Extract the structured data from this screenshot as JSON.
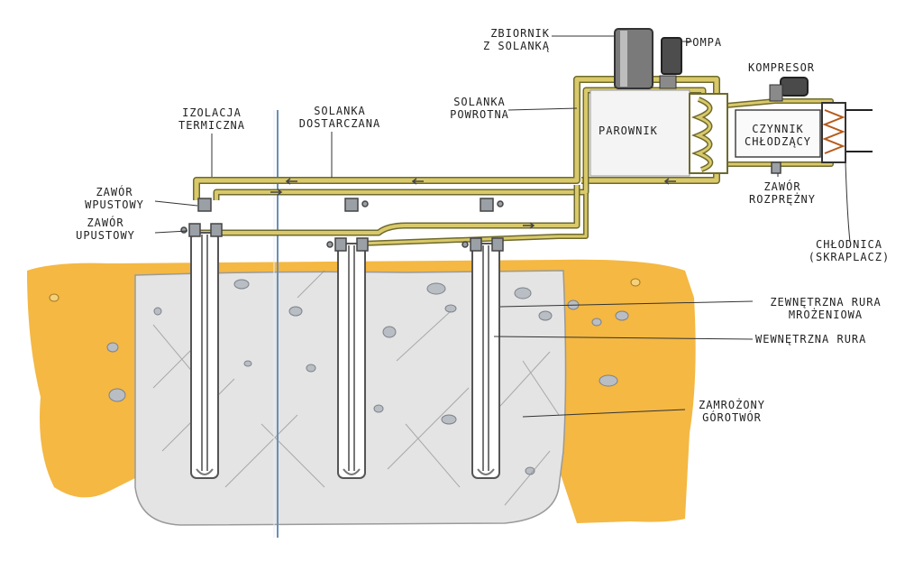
{
  "labels": {
    "zbiornik_1": "ZBIORNIK",
    "zbiornik_2": "Z SOLANKĄ",
    "pompa": "POMPA",
    "kompresor": "KOMPRESOR",
    "solanka_powrotna_1": "SOLANKA",
    "solanka_powrotna_2": "POWROTNA",
    "parownik": "PAROWNIK",
    "czynnik_1": "CZYNNIK",
    "czynnik_2": "CHŁODZĄCY",
    "izolacja_1": "IZOLACJA",
    "izolacja_2": "TERMICZNA",
    "solanka_dostarczana_1": "SOLANKA",
    "solanka_dostarczana_2": "DOSTARCZANA",
    "zawor_wpustowy_1": "ZAWÓR",
    "zawor_wpustowy_2": "WPUSTOWY",
    "zawor_upustowy_1": "ZAWÓR",
    "zawor_upustowy_2": "UPUSTOWY",
    "zawor_rozprezny_1": "ZAWÓR",
    "zawor_rozprezny_2": "ROZPRĘŻNY",
    "chlodnica_1": "CHŁODNICA",
    "chlodnica_2": "(SKRAPLACZ)",
    "zewnetrzna_rura_1": "ZEWNĘTRZNA RURA",
    "zewnetrzna_rura_2": "MROŻENIOWA",
    "wewnetrzna_rura": "WEWNĘTRZNA RURA",
    "zamrozony_1": "ZAMROŻONY",
    "zamrozony_2": "GÓROTWÓR"
  },
  "colors": {
    "soil": "#f3b233",
    "frozen_ground": "#e3e3e3",
    "pipe": "#d9c96a",
    "pipe_dark": "#6e6a2e",
    "equipment": "#555555"
  }
}
